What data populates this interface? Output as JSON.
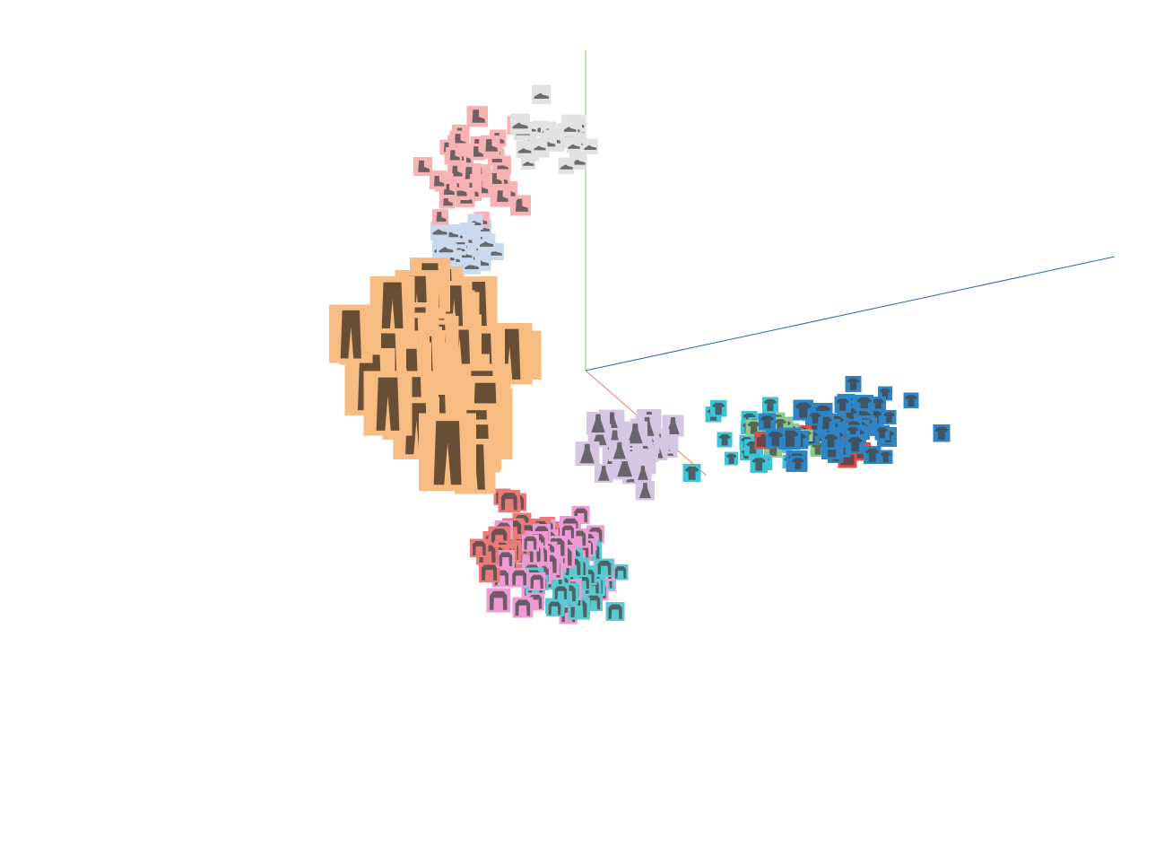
{
  "chart_data": {
    "type": "scatter",
    "title": "",
    "xlabel": "",
    "ylabel": "",
    "axes": [
      {
        "name": "x-axis",
        "color": "#e8805a"
      },
      {
        "name": "y-axis",
        "color": "#7ccf6a"
      },
      {
        "name": "z-axis",
        "color": "#2b63c0"
      }
    ],
    "point_style": "image-sprite",
    "clusters": [
      {
        "class": "sneaker",
        "color": "#e2e2e2",
        "glyph": "shoe",
        "center": [
          -1.7,
          6.9,
          0.2
        ],
        "spread": [
          1.0,
          0.6,
          0.6
        ],
        "count": 32,
        "sprite": 18
      },
      {
        "class": "ankle-boot",
        "color": "#f7b3b3",
        "glyph": "boot",
        "center": [
          -5.6,
          4.9,
          0.8
        ],
        "spread": [
          0.9,
          1.5,
          0.6
        ],
        "count": 42,
        "sprite": 20
      },
      {
        "class": "sandal",
        "color": "#c9d9ee",
        "glyph": "shoe",
        "center": [
          -5.6,
          2.5,
          0.8
        ],
        "spread": [
          0.6,
          0.6,
          0.5
        ],
        "count": 28,
        "sprite": 18
      },
      {
        "class": "trouser",
        "color": "#f7bc82",
        "glyph": "trouser",
        "center": [
          -7.6,
          -1.4,
          1.2
        ],
        "spread": [
          1.5,
          1.6,
          0.8
        ],
        "count": 58,
        "sprite": 44
      },
      {
        "class": "trouser-far",
        "color": "#f7bc82",
        "glyph": "trouser",
        "center": [
          -1.7,
          -1.5,
          1.4
        ],
        "spread": [
          0.5,
          1.2,
          0.4
        ],
        "count": 8,
        "sprite": 50
      },
      {
        "class": "dress",
        "color": "#d5c7e3",
        "glyph": "dress",
        "center": [
          3.2,
          -1.6,
          -0.2
        ],
        "spread": [
          0.9,
          0.9,
          0.5
        ],
        "count": 45,
        "sprite": 24
      },
      {
        "class": "t-shirt",
        "color": "#2f85c4",
        "glyph": "shirt",
        "center": [
          8.6,
          0.0,
          -2.6
        ],
        "spread": [
          1.3,
          0.6,
          0.7
        ],
        "count": 60,
        "sprite": 22
      },
      {
        "class": "bag",
        "color": "#e04c4c",
        "glyph": "bag",
        "center": [
          7.6,
          -0.6,
          -2.5
        ],
        "spread": [
          1.2,
          0.6,
          0.8
        ],
        "count": 8,
        "sprite": 20
      },
      {
        "class": "shirt",
        "color": "#3fc3d8",
        "glyph": "shirt",
        "center": [
          6.2,
          -0.9,
          -1.6
        ],
        "spread": [
          1.2,
          0.7,
          0.7
        ],
        "count": 30,
        "sprite": 18
      },
      {
        "class": "sandal-green",
        "color": "#8ec98e",
        "glyph": "shirt",
        "center": [
          7.2,
          -0.4,
          -2.2
        ],
        "spread": [
          1.3,
          0.6,
          0.6
        ],
        "count": 12,
        "sprite": 18
      },
      {
        "class": "pullover",
        "color": "#e97a7a",
        "glyph": "coat",
        "center": [
          1.0,
          -4.6,
          1.4
        ],
        "spread": [
          0.8,
          0.6,
          0.5
        ],
        "count": 40,
        "sprite": 20
      },
      {
        "class": "coat",
        "color": "#ee9bd5",
        "glyph": "coat",
        "center": [
          2.4,
          -4.8,
          1.0
        ],
        "spread": [
          0.8,
          1.2,
          0.6
        ],
        "count": 55,
        "sprite": 22
      },
      {
        "class": "shirt-lower",
        "color": "#5cc8cf",
        "glyph": "coat",
        "center": [
          3.4,
          -5.4,
          0.8
        ],
        "spread": [
          0.8,
          0.8,
          0.5
        ],
        "count": 35,
        "sprite": 20
      }
    ]
  }
}
